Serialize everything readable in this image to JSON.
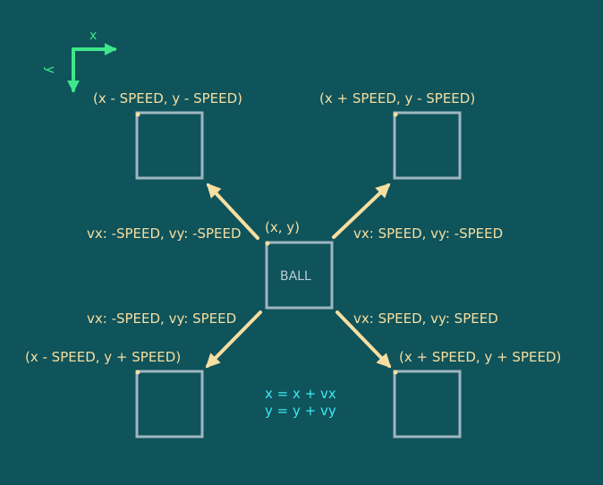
{
  "axes": {
    "x_label": "x",
    "y_label": "y"
  },
  "ball": {
    "label": "BALL",
    "position_label": "(x, y)"
  },
  "corners": {
    "top_left": "(x - SPEED, y - SPEED)",
    "top_right": "(x + SPEED, y - SPEED)",
    "bottom_left": "(x - SPEED, y + SPEED)",
    "bottom_right": "(x + SPEED, y + SPEED)"
  },
  "velocities": {
    "up_left": "vx: -SPEED, vy: -SPEED",
    "up_right": "vx: SPEED, vy: -SPEED",
    "down_left": "vx: -SPEED, vy: SPEED",
    "down_right": "vx: SPEED, vy: SPEED"
  },
  "formula": {
    "line1": "x = x + vx",
    "line2": "y = y + vy"
  },
  "colors": {
    "background": "#0f535b",
    "box_stroke": "#9fb6c0",
    "arrow": "#f6dfa0",
    "text": "#f6dfa0",
    "formula": "#3ee8f2",
    "axis": "#3ee88a"
  }
}
